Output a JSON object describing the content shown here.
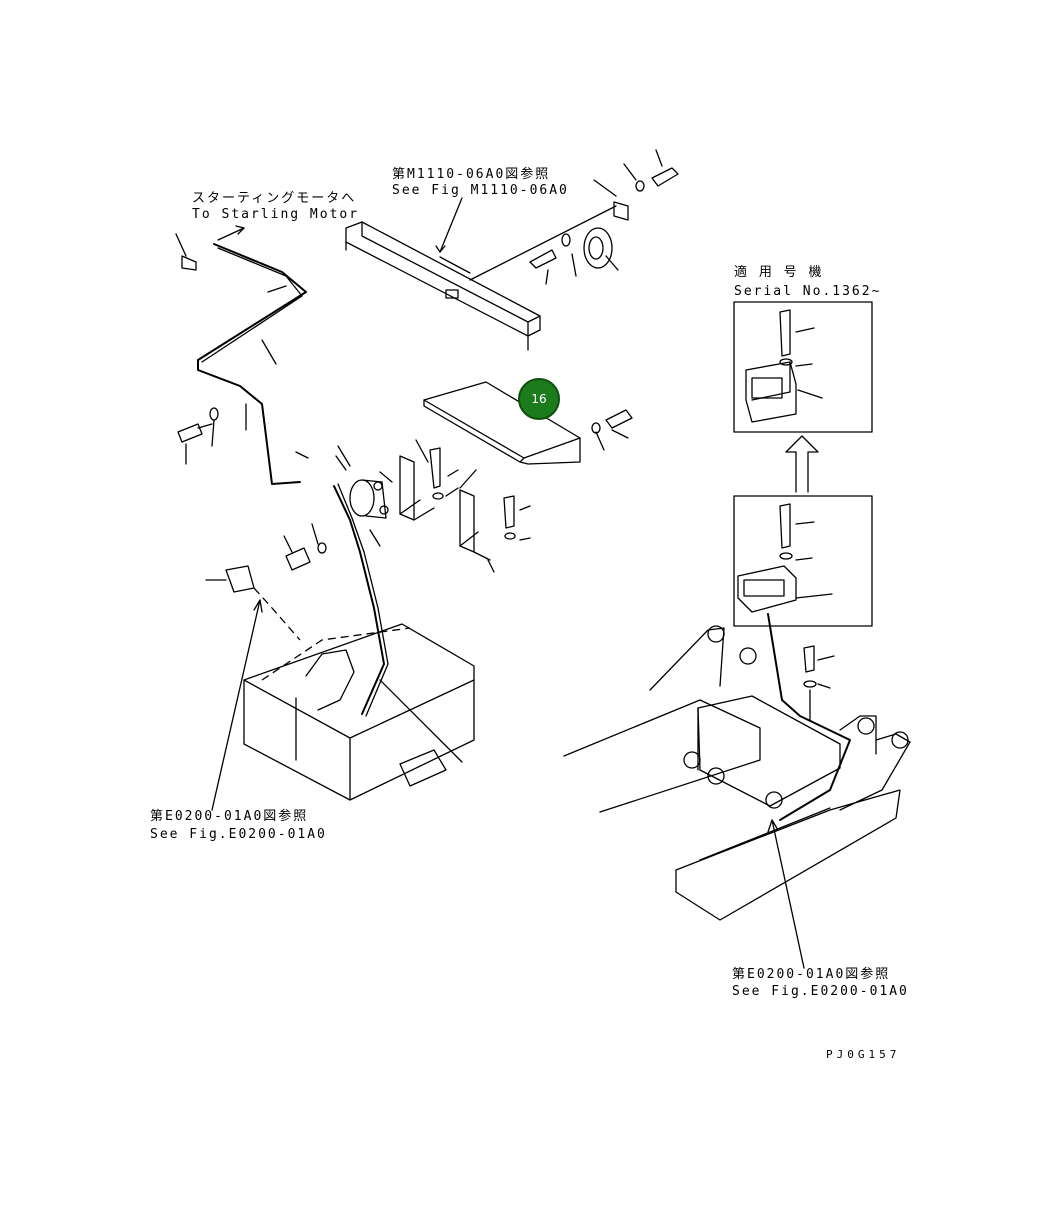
{
  "labels": {
    "fig_m1110_jp": "第M1110-06A0図参照",
    "fig_m1110_en": "See Fig M1110-06A0",
    "starting_motor_jp": "スターティングモータへ",
    "starting_motor_en": "To Starling Motor",
    "serial_jp": "適 用 号 機",
    "serial_en": "Serial No.1362~",
    "fig_e0200_left_jp": "第E0200-01A0図参照",
    "fig_e0200_left_en": "See Fig.E0200-01A0",
    "fig_e0200_right_jp": "第E0200-01A0図参照",
    "fig_e0200_right_en": "See Fig.E0200-01A0",
    "drawing_code": "PJ0G157"
  },
  "callout": {
    "number": "16",
    "color": "#1c7c1c"
  }
}
